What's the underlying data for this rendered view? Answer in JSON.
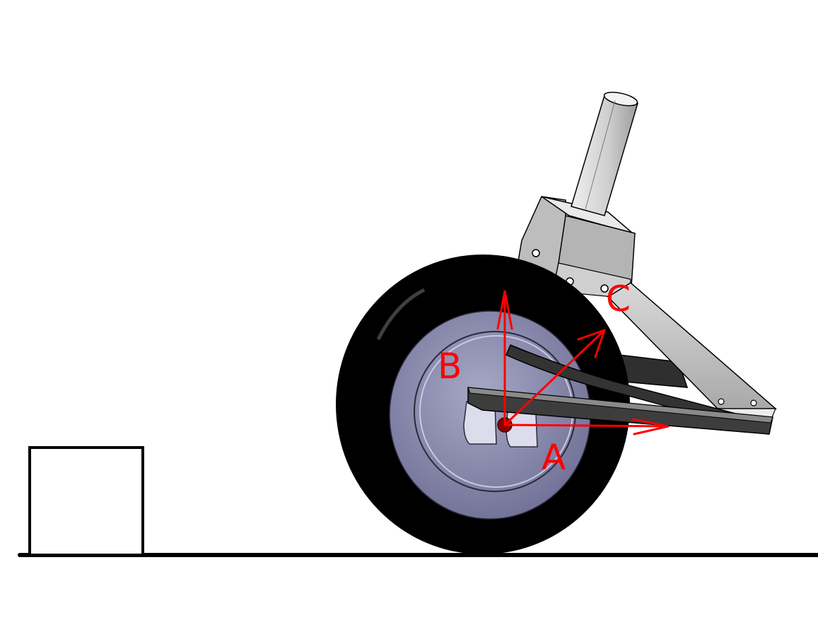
{
  "colors": {
    "background": "#ffffff",
    "annotation": "#ff0000",
    "tire": "#000000",
    "rim": "#8c8cae",
    "rim_dark": "#6e6e8e",
    "bracket": "#c4c4c4",
    "bracket_dark": "#9a9a9a",
    "leaf_spring": "#3a3a3a",
    "outline": "#000000"
  },
  "icons": {
    "wheel": "wheel-icon",
    "obstacle": "box-obstacle",
    "ground": "ground-line"
  },
  "vectors": {
    "a": {
      "label": "A"
    },
    "b": {
      "label": "B"
    },
    "c": {
      "label": "C"
    }
  }
}
